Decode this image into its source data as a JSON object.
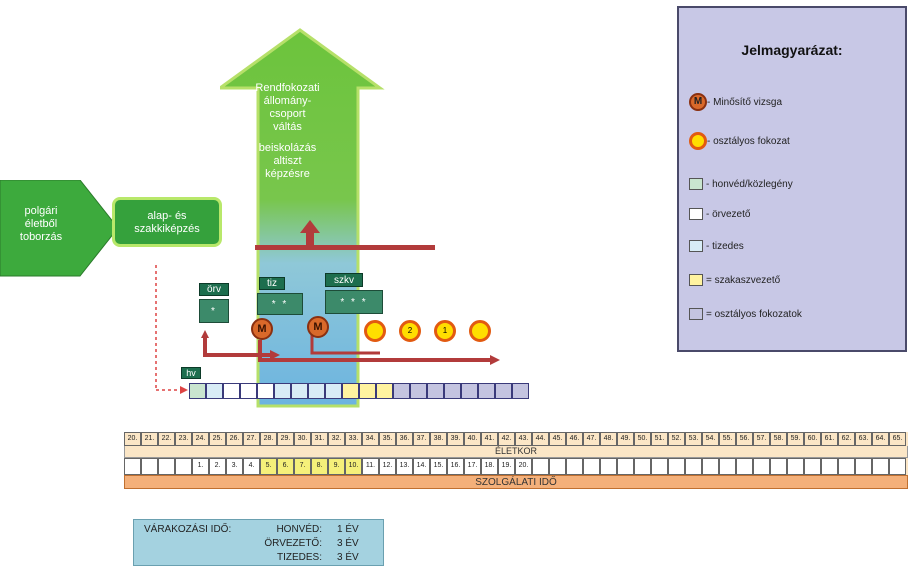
{
  "left_arrow": {
    "label_lines": [
      "polgári",
      "életből",
      "toborzás"
    ]
  },
  "training_box": {
    "label_lines": [
      "alap- és",
      "szakkiképzés"
    ]
  },
  "big_arrow": {
    "lines": [
      "Rendfokozati",
      "állomány-",
      "csoport",
      "váltás",
      "",
      "beiskolázás",
      "altiszt",
      "képzésre"
    ]
  },
  "rank_badges": {
    "orv": "örv",
    "tiz": "tiz",
    "szkv": "szkv",
    "hv": "hv"
  },
  "rank_stars": {
    "orv": "*",
    "tiz": "* *",
    "szkv": "* * *"
  },
  "exam_marker": "M",
  "class_circles": [
    "",
    "2",
    "1",
    ""
  ],
  "legend": {
    "title": "Jelmagyarázat:",
    "exam": "- Minősítő vizsga",
    "class": "- osztályos fokozat",
    "items": [
      {
        "label": "- honvéd/közlegény",
        "color": "#c9e5cf"
      },
      {
        "label": "- örvezető",
        "color": "#ffffff"
      },
      {
        "label": "- tizedes",
        "color": "#d8ecf6"
      },
      {
        "label": "= szakaszvezető",
        "color": "#fff3a0"
      },
      {
        "label": "= osztályos fokozatok",
        "color": "#c4c4e0"
      }
    ]
  },
  "rank_path_colors": [
    "#c9e5cf",
    "#d8ecf6",
    "#ffffff",
    "#ffffff",
    "#ffffff",
    "#d8ecf6",
    "#d8ecf6",
    "#d8ecf6",
    "#d8ecf6",
    "#fff3a0",
    "#fff3a0",
    "#fff3a0",
    "#c4c4e0",
    "#c4c4e0",
    "#c4c4e0",
    "#c4c4e0",
    "#c4c4e0",
    "#c4c4e0",
    "#c4c4e0",
    "#c4c4e0"
  ],
  "timeline": {
    "ages": [
      "20.",
      "21.",
      "22.",
      "23.",
      "24.",
      "25.",
      "26.",
      "27.",
      "28.",
      "29.",
      "30.",
      "31.",
      "32.",
      "33.",
      "34.",
      "35.",
      "36.",
      "37.",
      "38.",
      "39.",
      "40.",
      "41.",
      "42.",
      "43.",
      "44.",
      "45.",
      "46.",
      "47.",
      "48.",
      "49.",
      "50.",
      "51.",
      "52.",
      "53.",
      "54.",
      "55.",
      "56.",
      "57.",
      "58.",
      "59.",
      "60.",
      "61.",
      "62.",
      "63.",
      "64.",
      "65."
    ],
    "age_label": "ÉLETKOR",
    "service_years": [
      "",
      "",
      "",
      "",
      "1.",
      "2.",
      "3.",
      "4.",
      "5.",
      "6.",
      "7.",
      "8.",
      "9.",
      "10.",
      "11.",
      "12.",
      "13.",
      "14.",
      "15.",
      "16.",
      "17.",
      "18.",
      "19.",
      "20.",
      "",
      "",
      "",
      "",
      "",
      "",
      "",
      "",
      "",
      "",
      "",
      "",
      "",
      "",
      "",
      "",
      "",
      "",
      "",
      "",
      "",
      ""
    ],
    "service_colors": [
      "#fff",
      "#fff",
      "#fff",
      "#fff",
      "#fff",
      "#fff",
      "#fff",
      "#fff",
      "#f5f07a",
      "#f5f07a",
      "#f5f07a",
      "#f5f07a",
      "#f5f07a",
      "#f5f07a",
      "#fff",
      "#fff",
      "#fff",
      "#fff",
      "#fff",
      "#fff",
      "#fff",
      "#fff",
      "#fff",
      "#fff",
      "#fff",
      "#fff",
      "#fff",
      "#fff",
      "#fff",
      "#fff",
      "#fff",
      "#fff",
      "#fff",
      "#fff",
      "#fff",
      "#fff",
      "#fff",
      "#fff",
      "#fff",
      "#fff",
      "#fff",
      "#fff",
      "#fff",
      "#fff",
      "#fff",
      "#fff"
    ],
    "service_label": "SZOLGÁLATI IDŐ"
  },
  "waiting": {
    "title": "VÁRAKOZÁSI IDŐ:",
    "rows": [
      {
        "rank": "HONVÉD:",
        "time": "1 ÉV"
      },
      {
        "rank": "ÖRVEZETŐ:",
        "time": "3 ÉV"
      },
      {
        "rank": "TIZEDES:",
        "time": "3 ÉV"
      }
    ]
  },
  "colors": {
    "green": "#3daa3d",
    "arrow_red": "#b23b3b",
    "exam": "#d9692a",
    "star": "#ffde00"
  }
}
